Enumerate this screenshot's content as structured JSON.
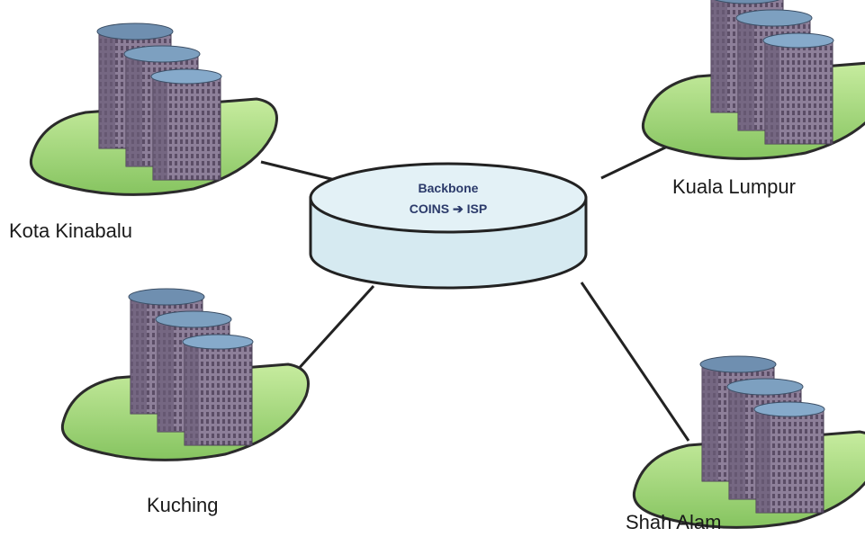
{
  "backbone": {
    "title": "Backbone",
    "subtitle": "COINS ➔ ISP"
  },
  "sites": [
    {
      "name": "Kota Kinabalu"
    },
    {
      "name": "Kuala Lumpur"
    },
    {
      "name": "Kuching"
    },
    {
      "name": "Shah Alam"
    }
  ],
  "colors": {
    "ground": "#9fd47a",
    "ground_edge": "#2b2b2b",
    "building": "#8d7f99",
    "building_dark": "#5e5068",
    "roof": "#6f8fb0",
    "backbone_fill": "#d6eaf1",
    "backbone_stroke": "#222222"
  },
  "icons": [
    "building-cluster-icon"
  ]
}
